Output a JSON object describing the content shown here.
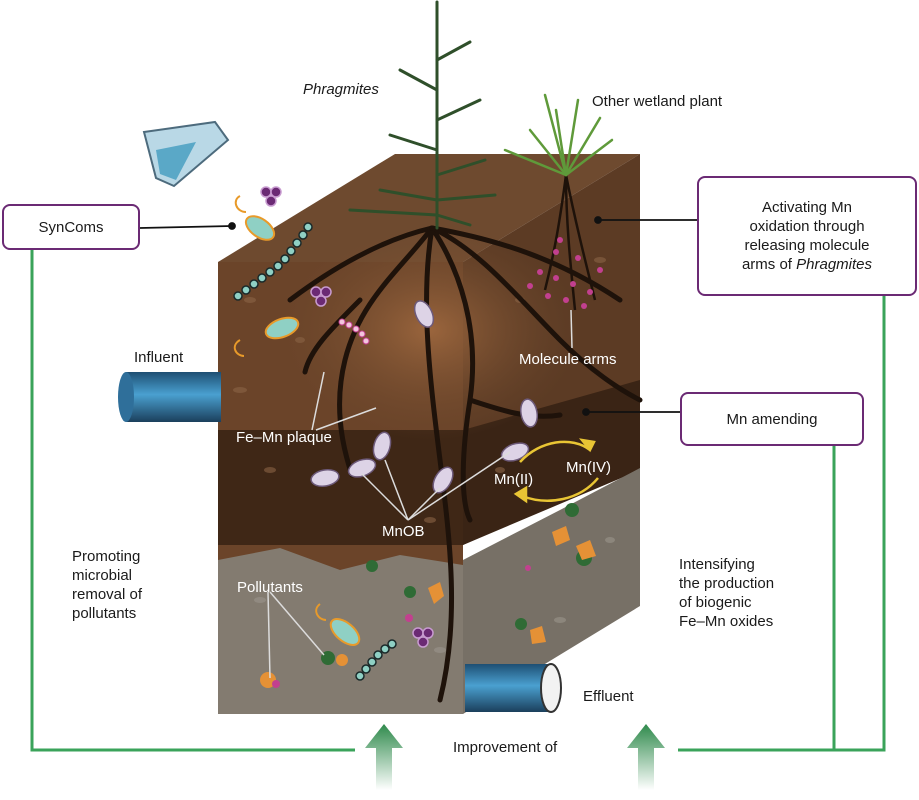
{
  "labels": {
    "phragmites": "Phragmites",
    "other_plant": "Other wetland plant",
    "syncoms": "SynComs",
    "activating_line1": "Activating Mn",
    "activating_line2": "oxidation through",
    "activating_line3": "releasing molecule",
    "activating_line4_prefix": "arms of ",
    "activating_line4_italic": "Phragmites",
    "influent": "Influent",
    "molecule_arms": "Molecule arms",
    "mn_amending": "Mn amending",
    "fe_mn_plaque": "Fe–Mn plaque",
    "mn_ii": "Mn(II)",
    "mn_iv": "Mn(IV)",
    "mnob": "MnOB",
    "promoting_line1": "Promoting",
    "promoting_line2": "microbial",
    "promoting_line3": "removal of",
    "promoting_line4": "pollutants",
    "intensifying_line1": "Intensifying",
    "intensifying_line2": "the production",
    "intensifying_line3": "of biogenic",
    "intensifying_line4": "Fe–Mn oxides",
    "pollutants": "Pollutants",
    "effluent": "Effluent",
    "improvement": "Improvement of"
  },
  "colors": {
    "box_border": "#6b2a74",
    "connector_green": "#3aa35a",
    "arrow_green": "#2f8a4c",
    "soil_top": "#6e4a2f",
    "soil_dark": "#4a2f1c",
    "soil_front": "#7a5236",
    "sediment": "#8d8579",
    "pipe_blue": "#3a8bbd",
    "mn_arrow": "#e9c534"
  },
  "icons": [
    "flask-icon",
    "bacteria-icon",
    "cocci-cluster-icon",
    "chain-bacteria-icon",
    "pipe-icon",
    "up-arrow-icon"
  ]
}
